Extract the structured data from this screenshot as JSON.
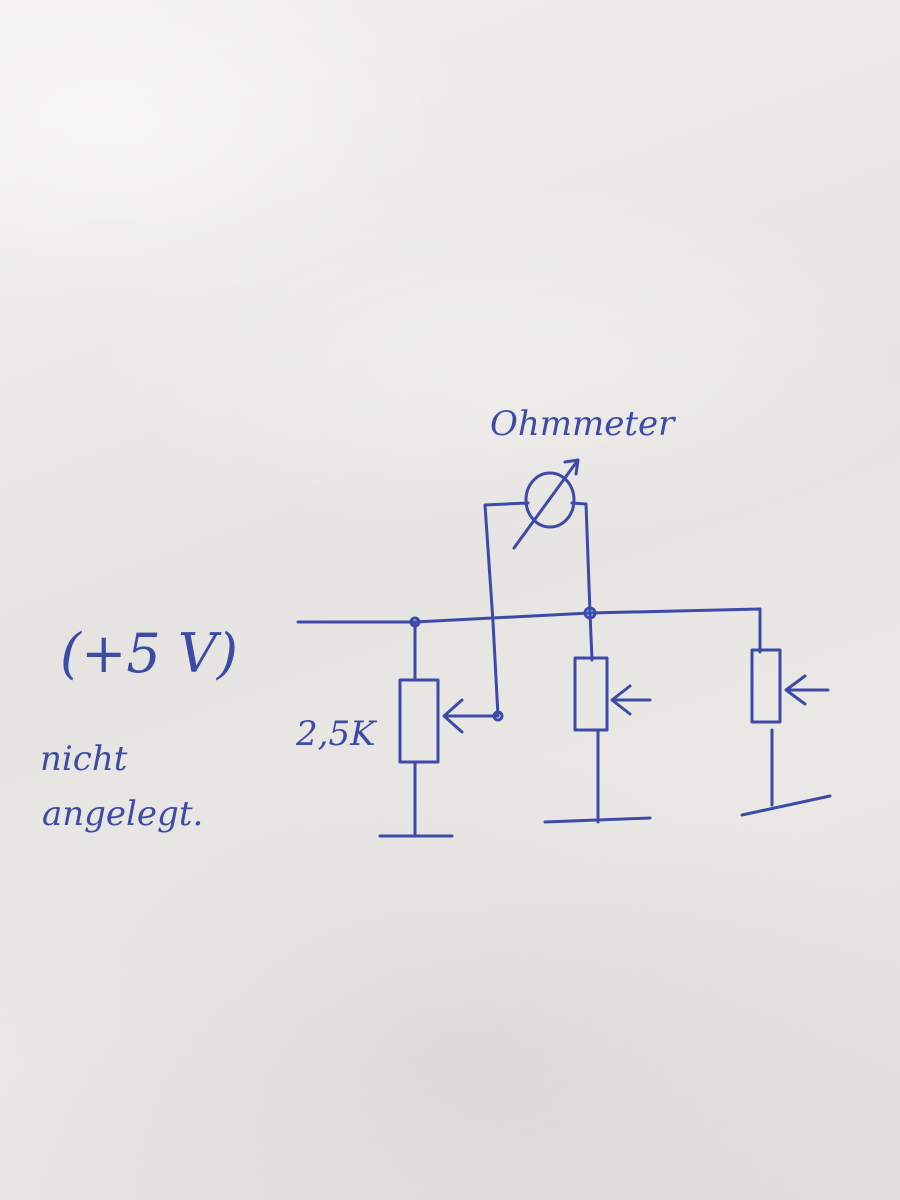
{
  "labels": {
    "meter": "Ohmmeter",
    "supply": "(+5 V)",
    "supply_note_line1": "nicht",
    "supply_note_line2": "angelegt.",
    "resistor_value": "2,5K"
  },
  "colors": {
    "ink": "#3d4aa8",
    "paper": "#e9e7e4"
  }
}
